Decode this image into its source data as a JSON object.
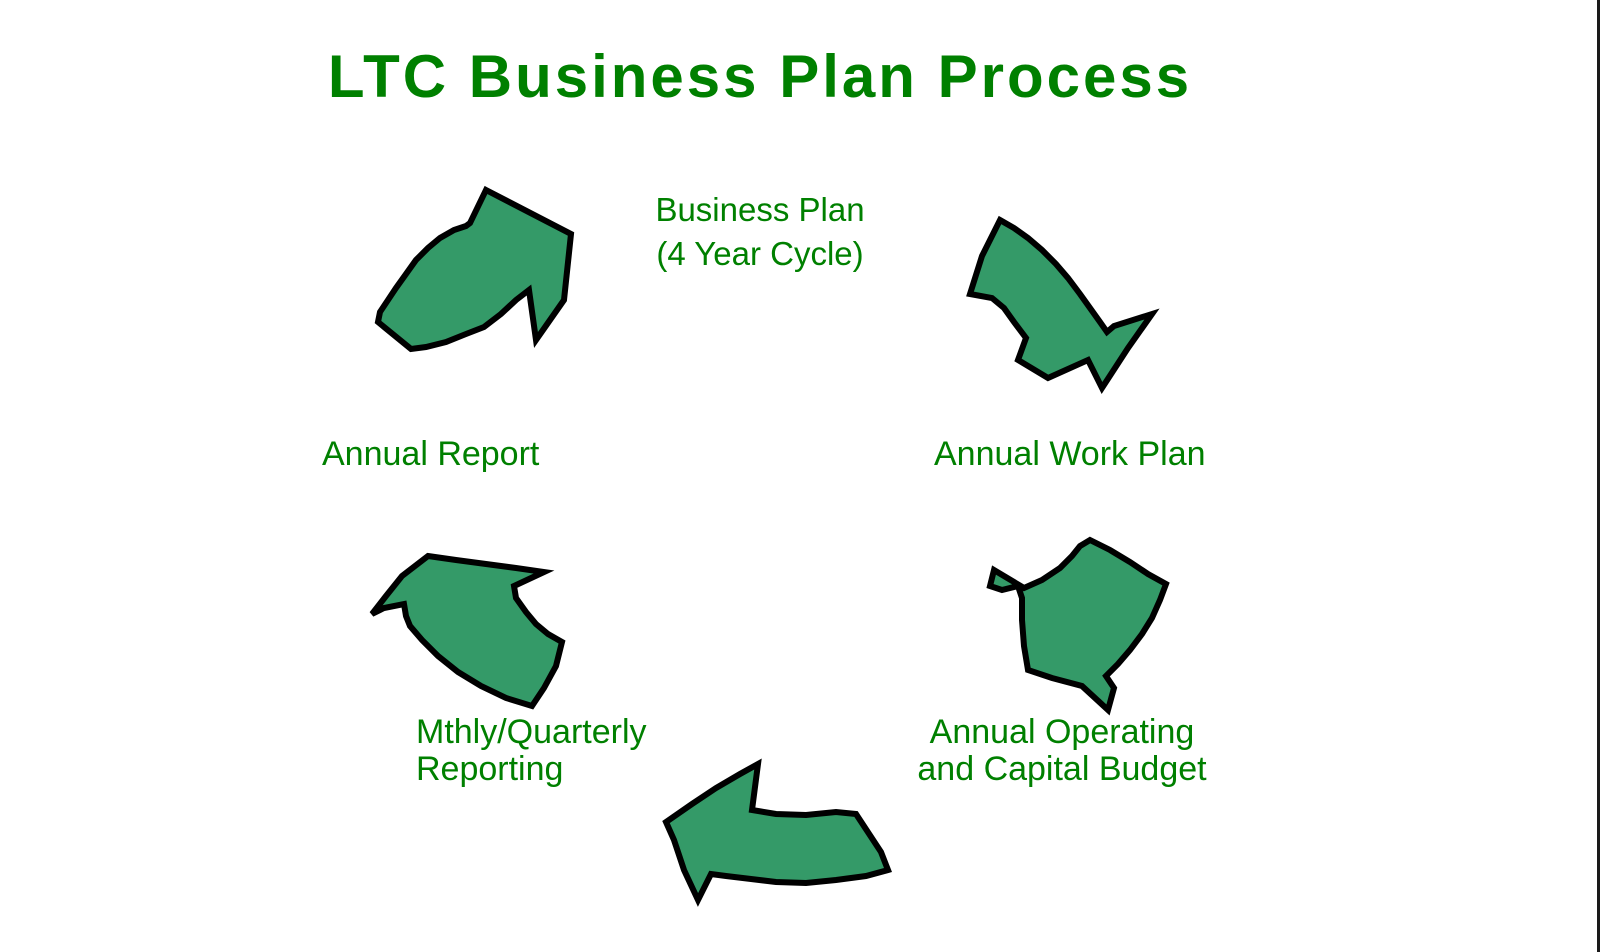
{
  "slide": {
    "title": "LTC Business Plan Process",
    "background_color": "#ffffff",
    "accent_color": "#008000",
    "arrow_fill_color": "#349A68",
    "arrow_outline_color": "#000000"
  },
  "diagram": {
    "type": "cycle",
    "center_label": "Business Plan\n(4 Year Cycle)",
    "stages": [
      {
        "id": "annual-report",
        "label": "Annual Report",
        "position": "left"
      },
      {
        "id": "annual-work-plan",
        "label": "Annual Work Plan",
        "position": "right"
      },
      {
        "id": "annual-operating-and-capital-budget",
        "label": "Annual Operating\nand Capital Budget",
        "position": "bottom-right"
      },
      {
        "id": "mthly-quarterly-reporting",
        "label": "Mthly/Quarterly\nReporting",
        "position": "bottom-left"
      }
    ],
    "arrows": [
      {
        "id": "arrow-top-left",
        "points_to": "annual-work-plan"
      },
      {
        "id": "arrow-top-right",
        "points_to": "annual-operating-and-capital-budget"
      },
      {
        "id": "arrow-bottom-right",
        "points_to": "bottom"
      },
      {
        "id": "arrow-bottom",
        "points_to": "mthly-quarterly-reporting"
      },
      {
        "id": "arrow-bottom-left",
        "points_to": "annual-report"
      }
    ]
  }
}
